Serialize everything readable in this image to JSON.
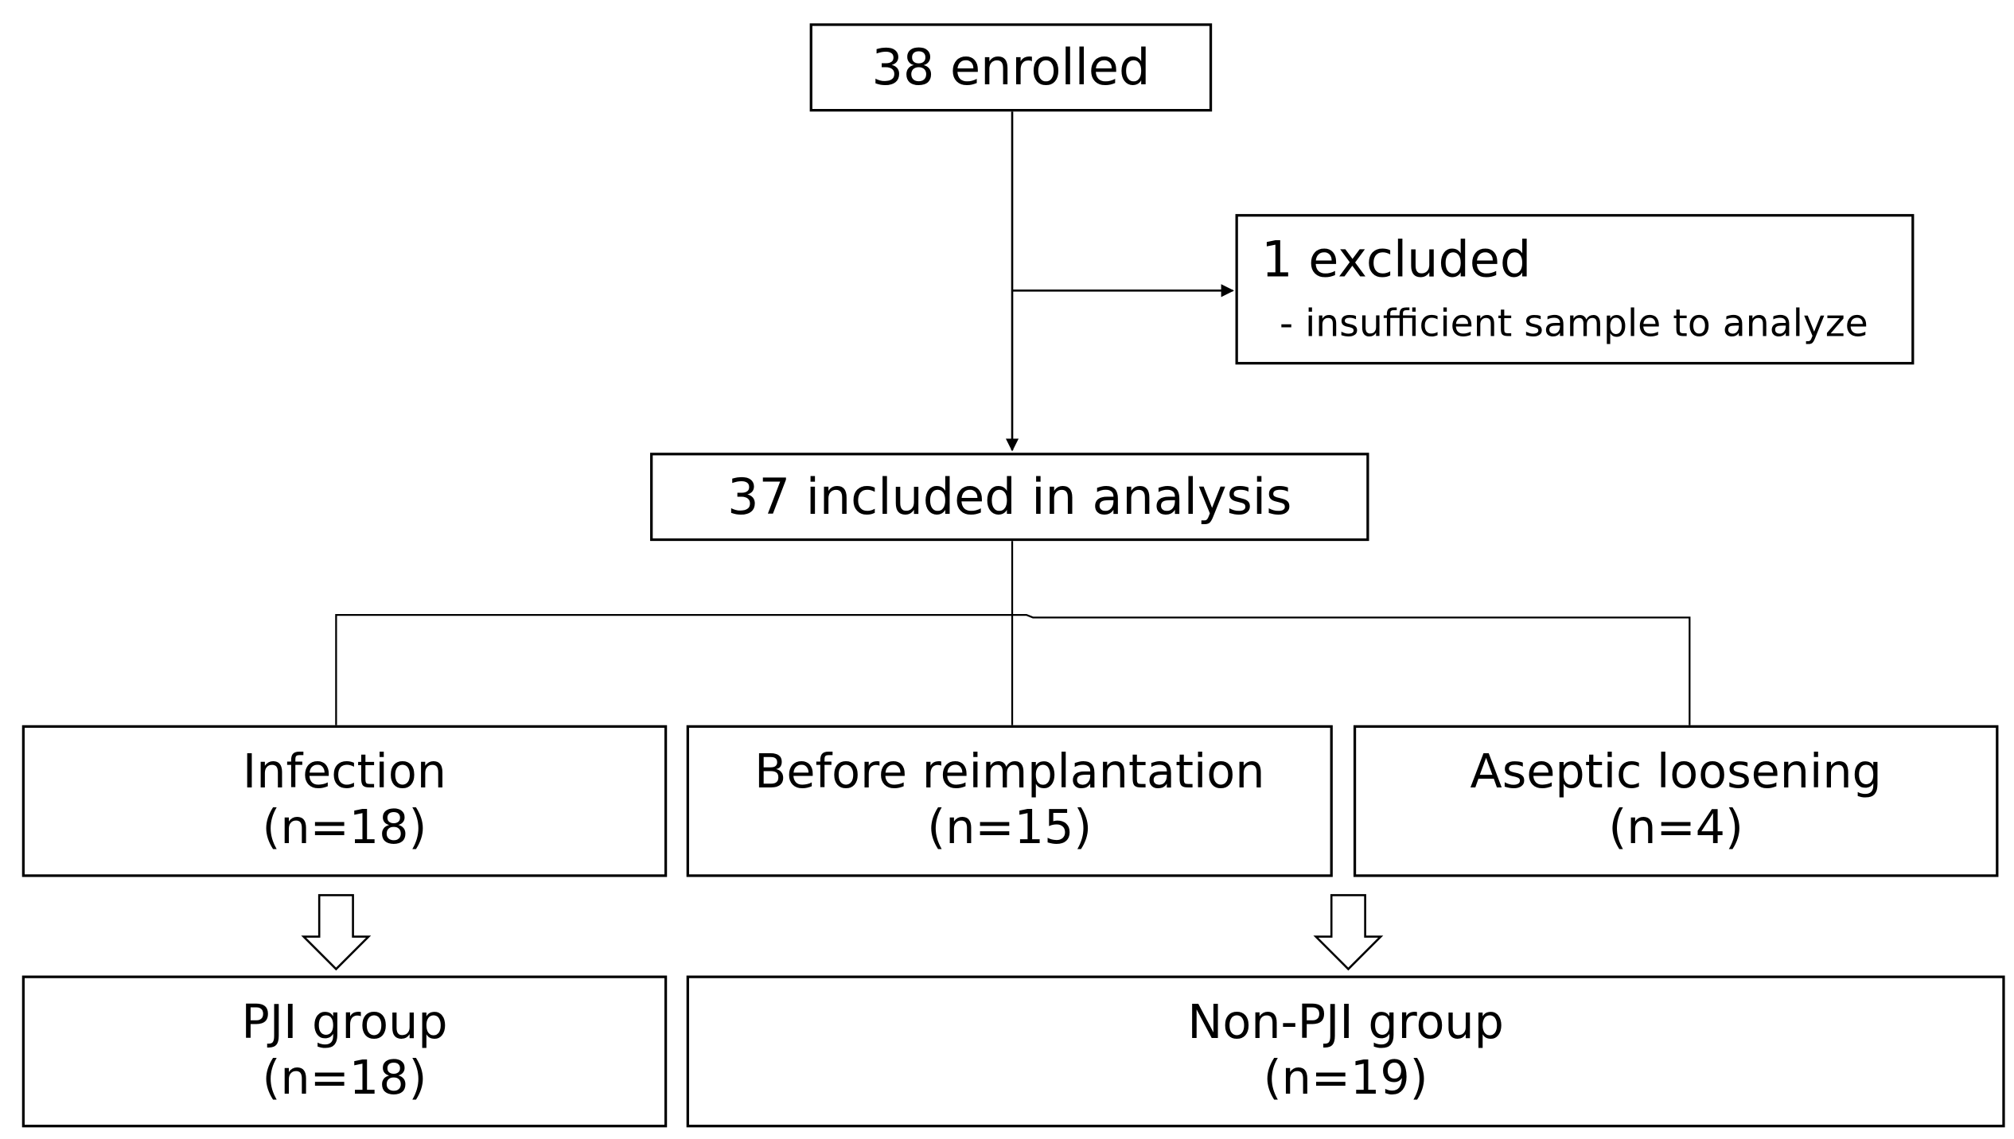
{
  "flowchart": {
    "enrolled": "38 enrolled",
    "excluded": {
      "title": "1 excluded",
      "reason": "- insufficient sample to analyze"
    },
    "included": "37 included in analysis",
    "categories": [
      {
        "label": "Infection",
        "count": "(n=18)"
      },
      {
        "label": "Before reimplantation",
        "count": "(n=15)"
      },
      {
        "label": "Aseptic loosening",
        "count": "(n=4)"
      }
    ],
    "groups": [
      {
        "label": "PJI group",
        "count": "(n=18)"
      },
      {
        "label": "Non-PJI group",
        "count": "(n=19)"
      }
    ]
  }
}
